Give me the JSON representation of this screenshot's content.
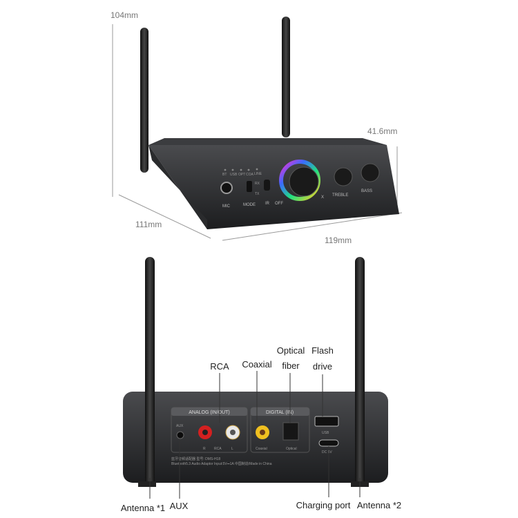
{
  "dimensions": {
    "height": "104mm",
    "depth_height": "41.6mm",
    "depth": "111mm",
    "width": "119mm"
  },
  "front_panel": {
    "labels": [
      "MIC",
      "MODE",
      "IR",
      "OFF",
      "X",
      "TREBLE",
      "BASS"
    ],
    "switch": [
      "RX",
      "TX"
    ],
    "led_labels": [
      "BT",
      "USB",
      "OPT",
      "COA",
      "LINE"
    ]
  },
  "rear_panel": {
    "analog_header": "ANALOG (IN/OUT)",
    "digital_header": "DIGITAL (IN)",
    "aux": "AUX",
    "rca_r": "R",
    "rca": "RCA",
    "rca_l": "L",
    "coaxial": "Coaxial",
    "optical": "Optical",
    "usb": "USB",
    "dc": "DC 5V",
    "info_line1": "蓝牙音频适配器 型号: DMS-H18",
    "info_line2": "Bluetooth5.3 Audio Adaptor  Input:5V⎓1A  中国制造/Made in China"
  },
  "callouts": {
    "rca": "RCA",
    "coaxial": "Coaxial",
    "optical_1": "Optical",
    "optical_2": "fiber",
    "flash_1": "Flash",
    "flash_2": "drive",
    "antenna1": "Antenna *1",
    "aux": "AUX",
    "charging": "Charging port",
    "antenna2": "Antenna *2"
  },
  "colors": {
    "body": "#2a2b2d",
    "rca_red": "#d42020",
    "rca_white": "#e8e8e8",
    "coax_yellow": "#f0c020"
  }
}
